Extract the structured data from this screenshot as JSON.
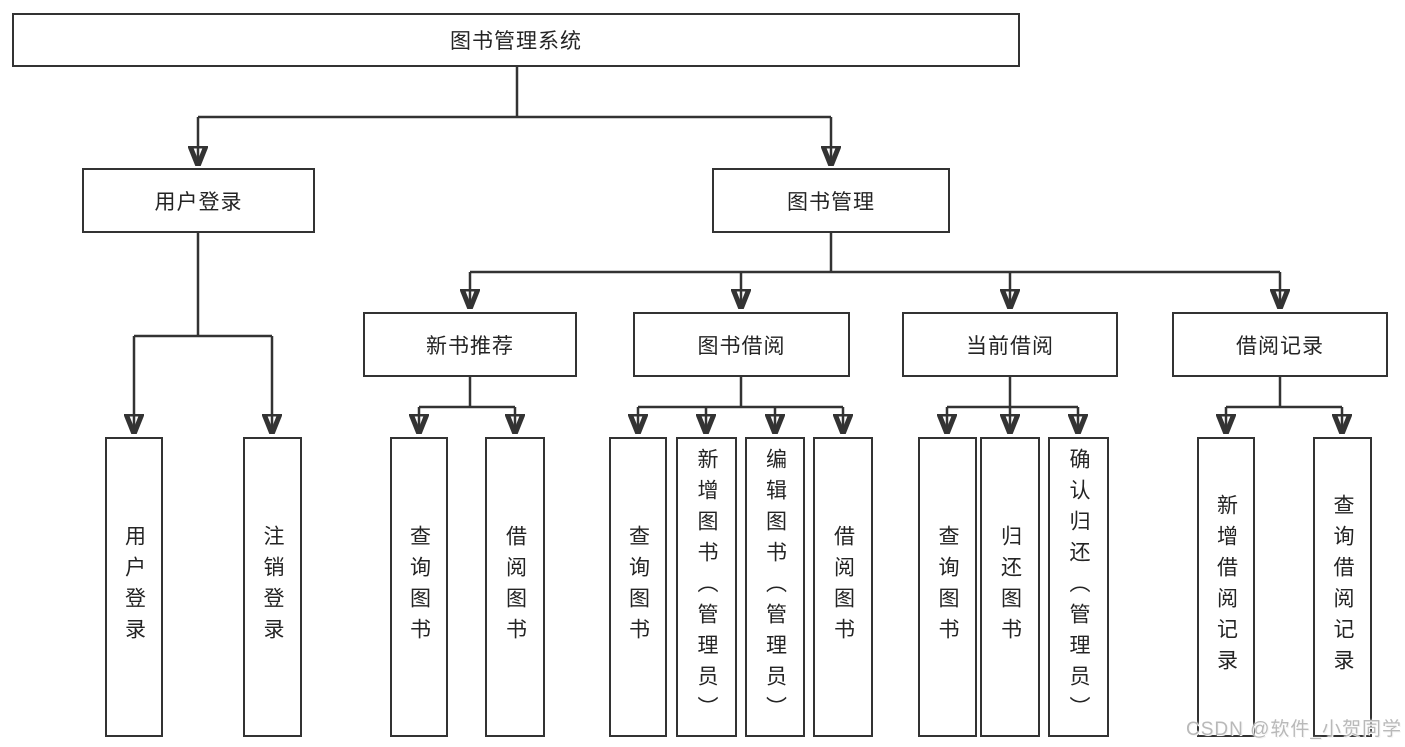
{
  "diagram": {
    "title": "图书管理系统",
    "watermark": "CSDN @软件_小贺同学",
    "colors": {
      "line": "#333333",
      "box_border": "#333333",
      "text": "#242424",
      "watermark": "#b9b9b9",
      "background": "#ffffff"
    },
    "nodes": {
      "root": {
        "label": "图书管理系统"
      },
      "user_login": {
        "label": "用户登录"
      },
      "book_mgmt": {
        "label": "图书管理"
      },
      "new_rec": {
        "label": "新书推荐"
      },
      "book_borrow": {
        "label": "图书借阅"
      },
      "current_borrow": {
        "label": "当前借阅"
      },
      "borrow_record": {
        "label": "借阅记录"
      },
      "leaf_user_login": {
        "label": "用户登录"
      },
      "leaf_logout": {
        "label": "注销登录"
      },
      "leaf_nr_query": {
        "label": "查询图书"
      },
      "leaf_nr_borrow": {
        "label": "借阅图书"
      },
      "leaf_bb_query": {
        "label": "查询图书"
      },
      "leaf_bb_add": {
        "label": "新增图书（管理员）"
      },
      "leaf_bb_edit": {
        "label": "编辑图书（管理员）"
      },
      "leaf_bb_borrow": {
        "label": "借阅图书"
      },
      "leaf_cb_query": {
        "label": "查询图书"
      },
      "leaf_cb_return": {
        "label": "归还图书"
      },
      "leaf_cb_confirm": {
        "label": "确认归还（管理员）"
      },
      "leaf_br_add": {
        "label": "新增借阅记录"
      },
      "leaf_br_query": {
        "label": "查询借阅记录"
      }
    },
    "hierarchy": {
      "图书管理系统": {
        "用户登录": [
          "用户登录",
          "注销登录"
        ],
        "图书管理": {
          "新书推荐": [
            "查询图书",
            "借阅图书"
          ],
          "图书借阅": [
            "查询图书",
            "新增图书（管理员）",
            "编辑图书（管理员）",
            "借阅图书"
          ],
          "当前借阅": [
            "查询图书",
            "归还图书",
            "确认归还（管理员）"
          ],
          "借阅记录": [
            "新增借阅记录",
            "查询借阅记录"
          ]
        }
      }
    }
  }
}
